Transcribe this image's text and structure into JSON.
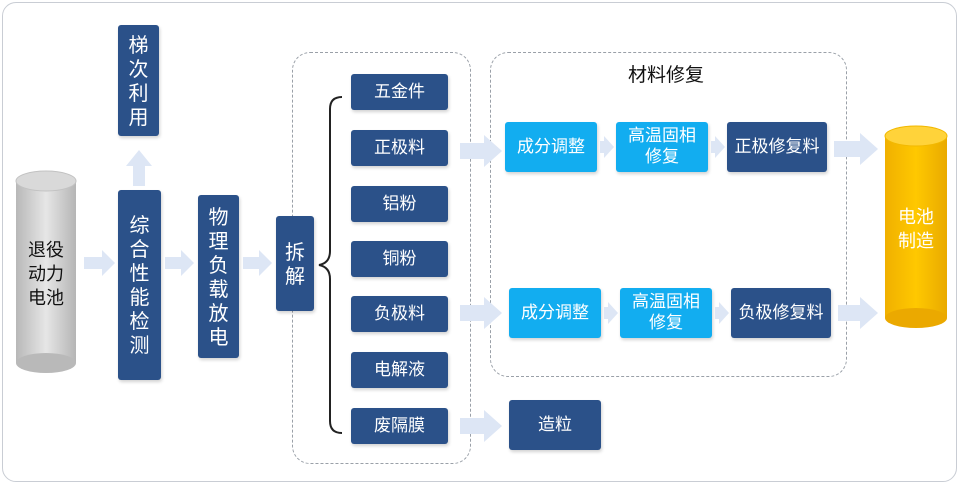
{
  "nodes": {
    "retired_battery": "退役\n动力\n电池",
    "cascade_use": "梯\n次\n利\n用",
    "comprehensive_test": "综\n合\n性\n能\n检\n测",
    "physical_discharge": "物\n理\n负\n载\n放\n电",
    "dismantle": "拆\n解",
    "hardware": "五金件",
    "cathode_material": "正极料",
    "aluminum_powder": "铝粉",
    "copper_powder": "铜粉",
    "anode_material": "负极料",
    "electrolyte": "电解液",
    "waste_separator": "废隔膜",
    "repair_group_title": "材料修复",
    "composition_adjust_1": "成分调整",
    "solid_phase_repair_1": "高温固相\n修复",
    "cathode_repaired": "正极修复料",
    "composition_adjust_2": "成分调整",
    "solid_phase_repair_2": "高温固相\n修复",
    "anode_repaired": "负极修复料",
    "granulation": "造粒",
    "battery_manufacturing": "电池\n制造"
  },
  "colors": {
    "dark_box": "#2b5189",
    "cyan_box": "#12adf0",
    "arrow": "#dde6f5",
    "gray_cylinder": "#c8c8c8",
    "yellow_cylinder": "#f5bd00"
  }
}
